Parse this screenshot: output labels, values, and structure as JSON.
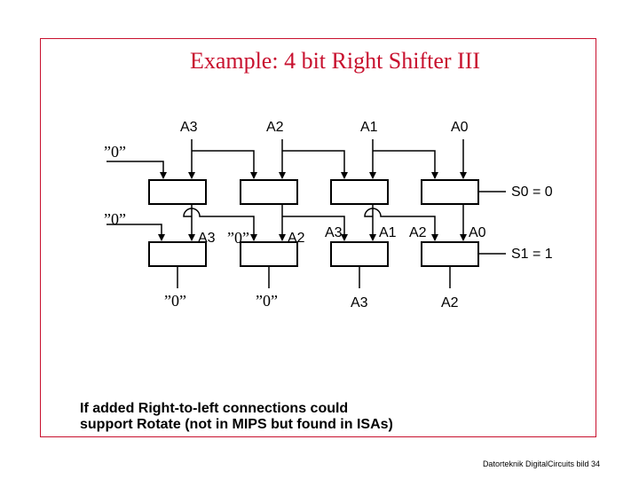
{
  "slide": {
    "title": "Example: 4 bit Right Shifter III",
    "footer": "Datorteknik DigitalCircuits bild 34"
  },
  "inputs": {
    "a3": "A3",
    "a2": "A2",
    "a1": "A1",
    "a0": "A0"
  },
  "zero_label": "”0”",
  "controls": {
    "s0": "S0 = 0",
    "s1": "S1 = 1"
  },
  "stage2_inputs": {
    "mux1_left": "A3",
    "mux1_right": "”0”",
    "mux2_left": "A2",
    "mux2_right": "A3",
    "mux3_left": "A1",
    "mux3_right": "A2",
    "mux4_left": "A0"
  },
  "outputs": {
    "out1": "”0”",
    "out2": "”0”",
    "out3": "A3",
    "out4": "A2"
  },
  "note": {
    "line1": "If added Right-to-left connections could",
    "line2": "support Rotate (not in MIPS but found in ISAs)"
  }
}
